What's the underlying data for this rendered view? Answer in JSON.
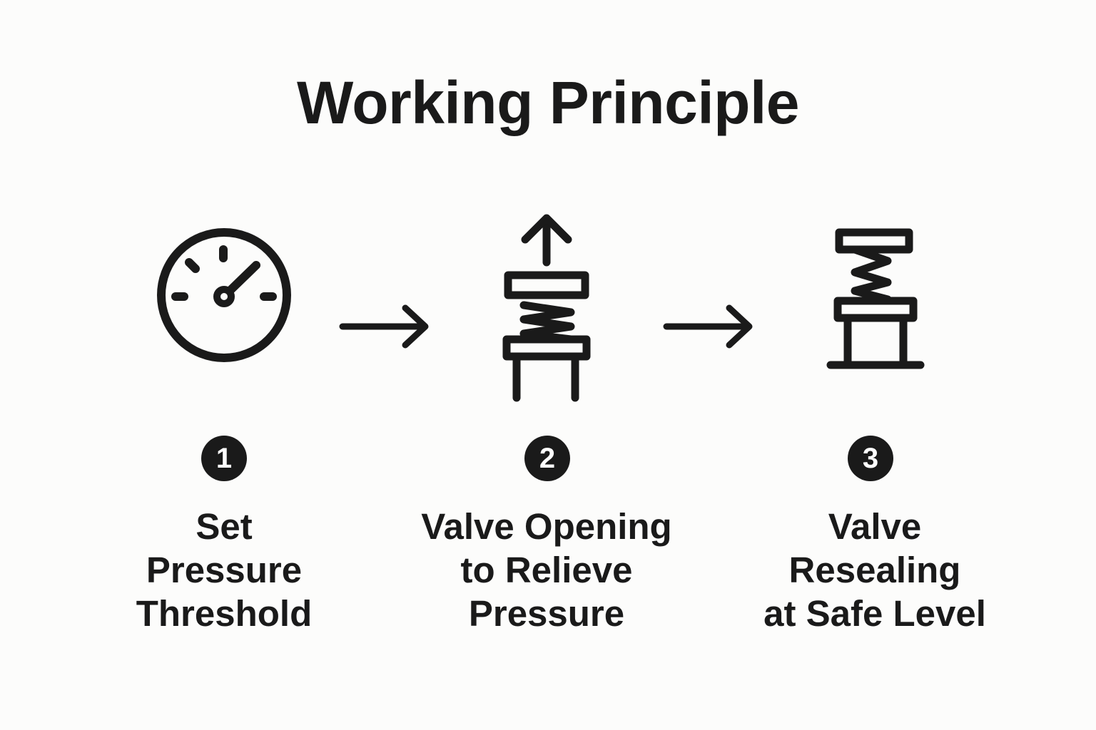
{
  "title": "Working Principle",
  "colors": {
    "ink": "#1a1a1a",
    "background": "#fcfcfb",
    "badge_text": "#ffffff"
  },
  "steps": [
    {
      "number": "1",
      "icon": "pressure-gauge-icon",
      "label_lines": [
        "Set",
        "Pressure",
        "Threshold"
      ]
    },
    {
      "number": "2",
      "icon": "valve-opening-icon",
      "label_lines": [
        "Valve Opening",
        "to Relieve",
        "Pressure"
      ]
    },
    {
      "number": "3",
      "icon": "valve-resealing-icon",
      "label_lines": [
        "Valve",
        "Resealing",
        "at Safe Level"
      ]
    }
  ],
  "connectors": [
    "arrow-right-icon",
    "arrow-right-icon"
  ]
}
